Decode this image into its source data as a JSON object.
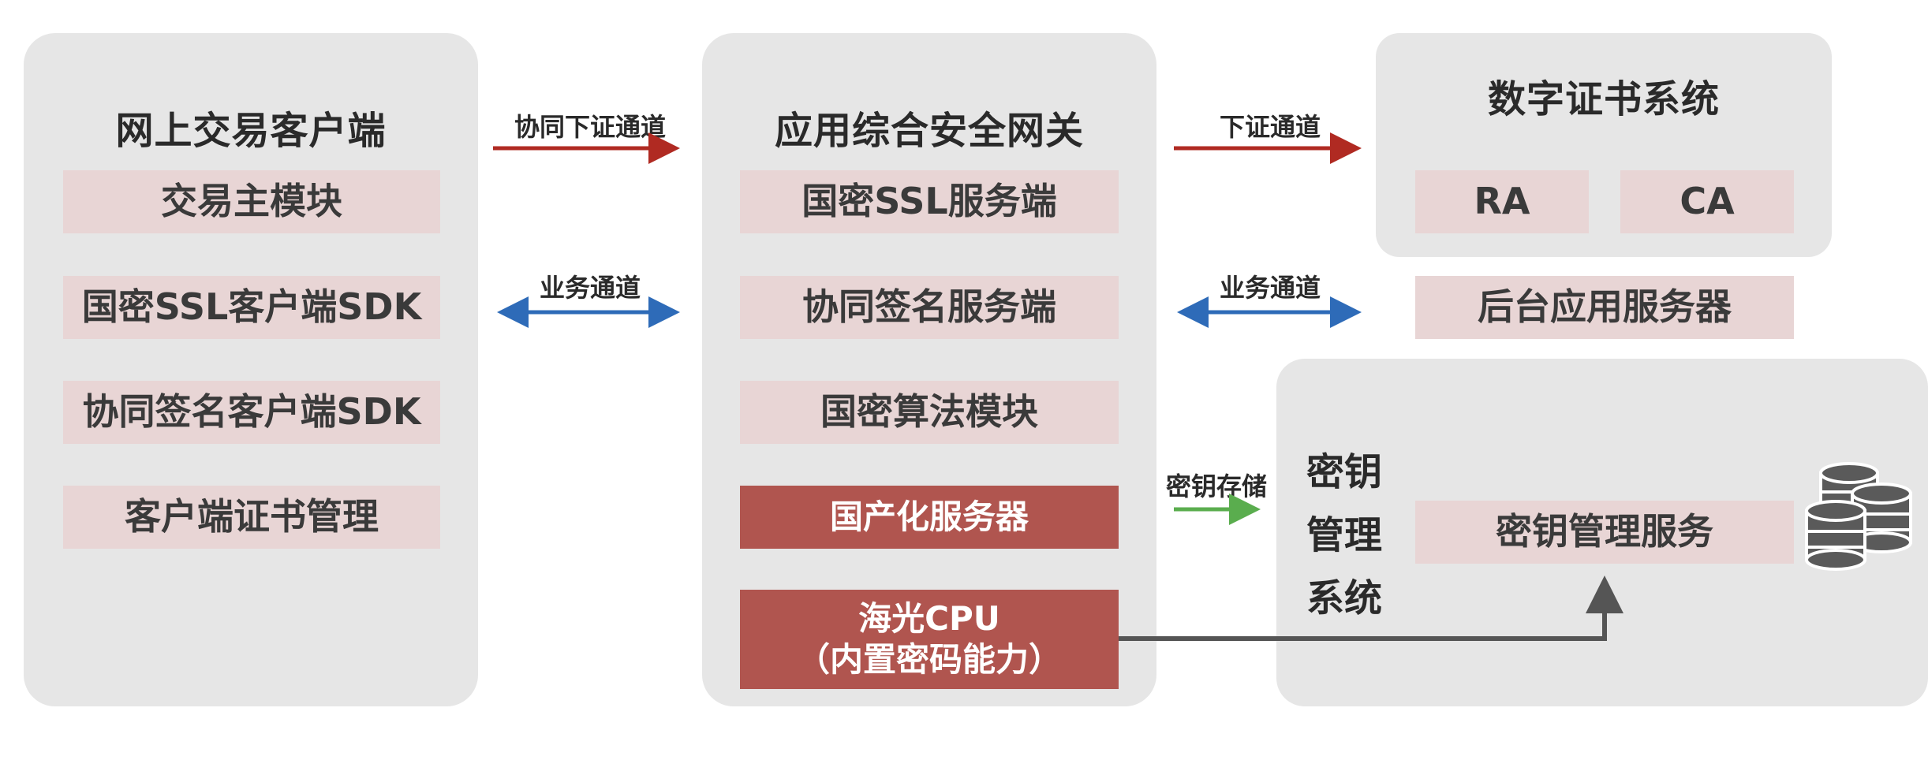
{
  "colors": {
    "panel_bg": "#e6e6e6",
    "box_pink": "#e8d5d5",
    "box_red": "#b0554f",
    "arrow_red": "#b02a22",
    "arrow_blue": "#2e6bb8",
    "arrow_green": "#5aad4e",
    "arrow_gray": "#555555",
    "database_icon": "#5a5a5a"
  },
  "client": {
    "title": "网上交易客户端",
    "items": [
      "交易主模块",
      "国密SSL客户端SDK",
      "协同签名客户端SDK",
      "客户端证书管理"
    ]
  },
  "gateway": {
    "title": "应用综合安全网关",
    "items": [
      "国密SSL服务端",
      "协同签名服务端",
      "国密算法模块"
    ],
    "server": "国产化服务器",
    "cpu": {
      "line1": "海光CPU",
      "line2": "（内置密码能力）"
    }
  },
  "cert_system": {
    "title": "数字证书系统",
    "ra": "RA",
    "ca": "CA"
  },
  "backend": {
    "label": "后台应用服务器"
  },
  "kms": {
    "title_lines": [
      "密钥",
      "管理",
      "系统"
    ],
    "service": "密钥管理服务",
    "icon": "database-icon"
  },
  "arrows": {
    "cooperative_cert": "协同下证通道",
    "business_left": "业务通道",
    "cert_issue": "下证通道",
    "business_right": "业务通道",
    "key_storage": "密钥存储"
  }
}
